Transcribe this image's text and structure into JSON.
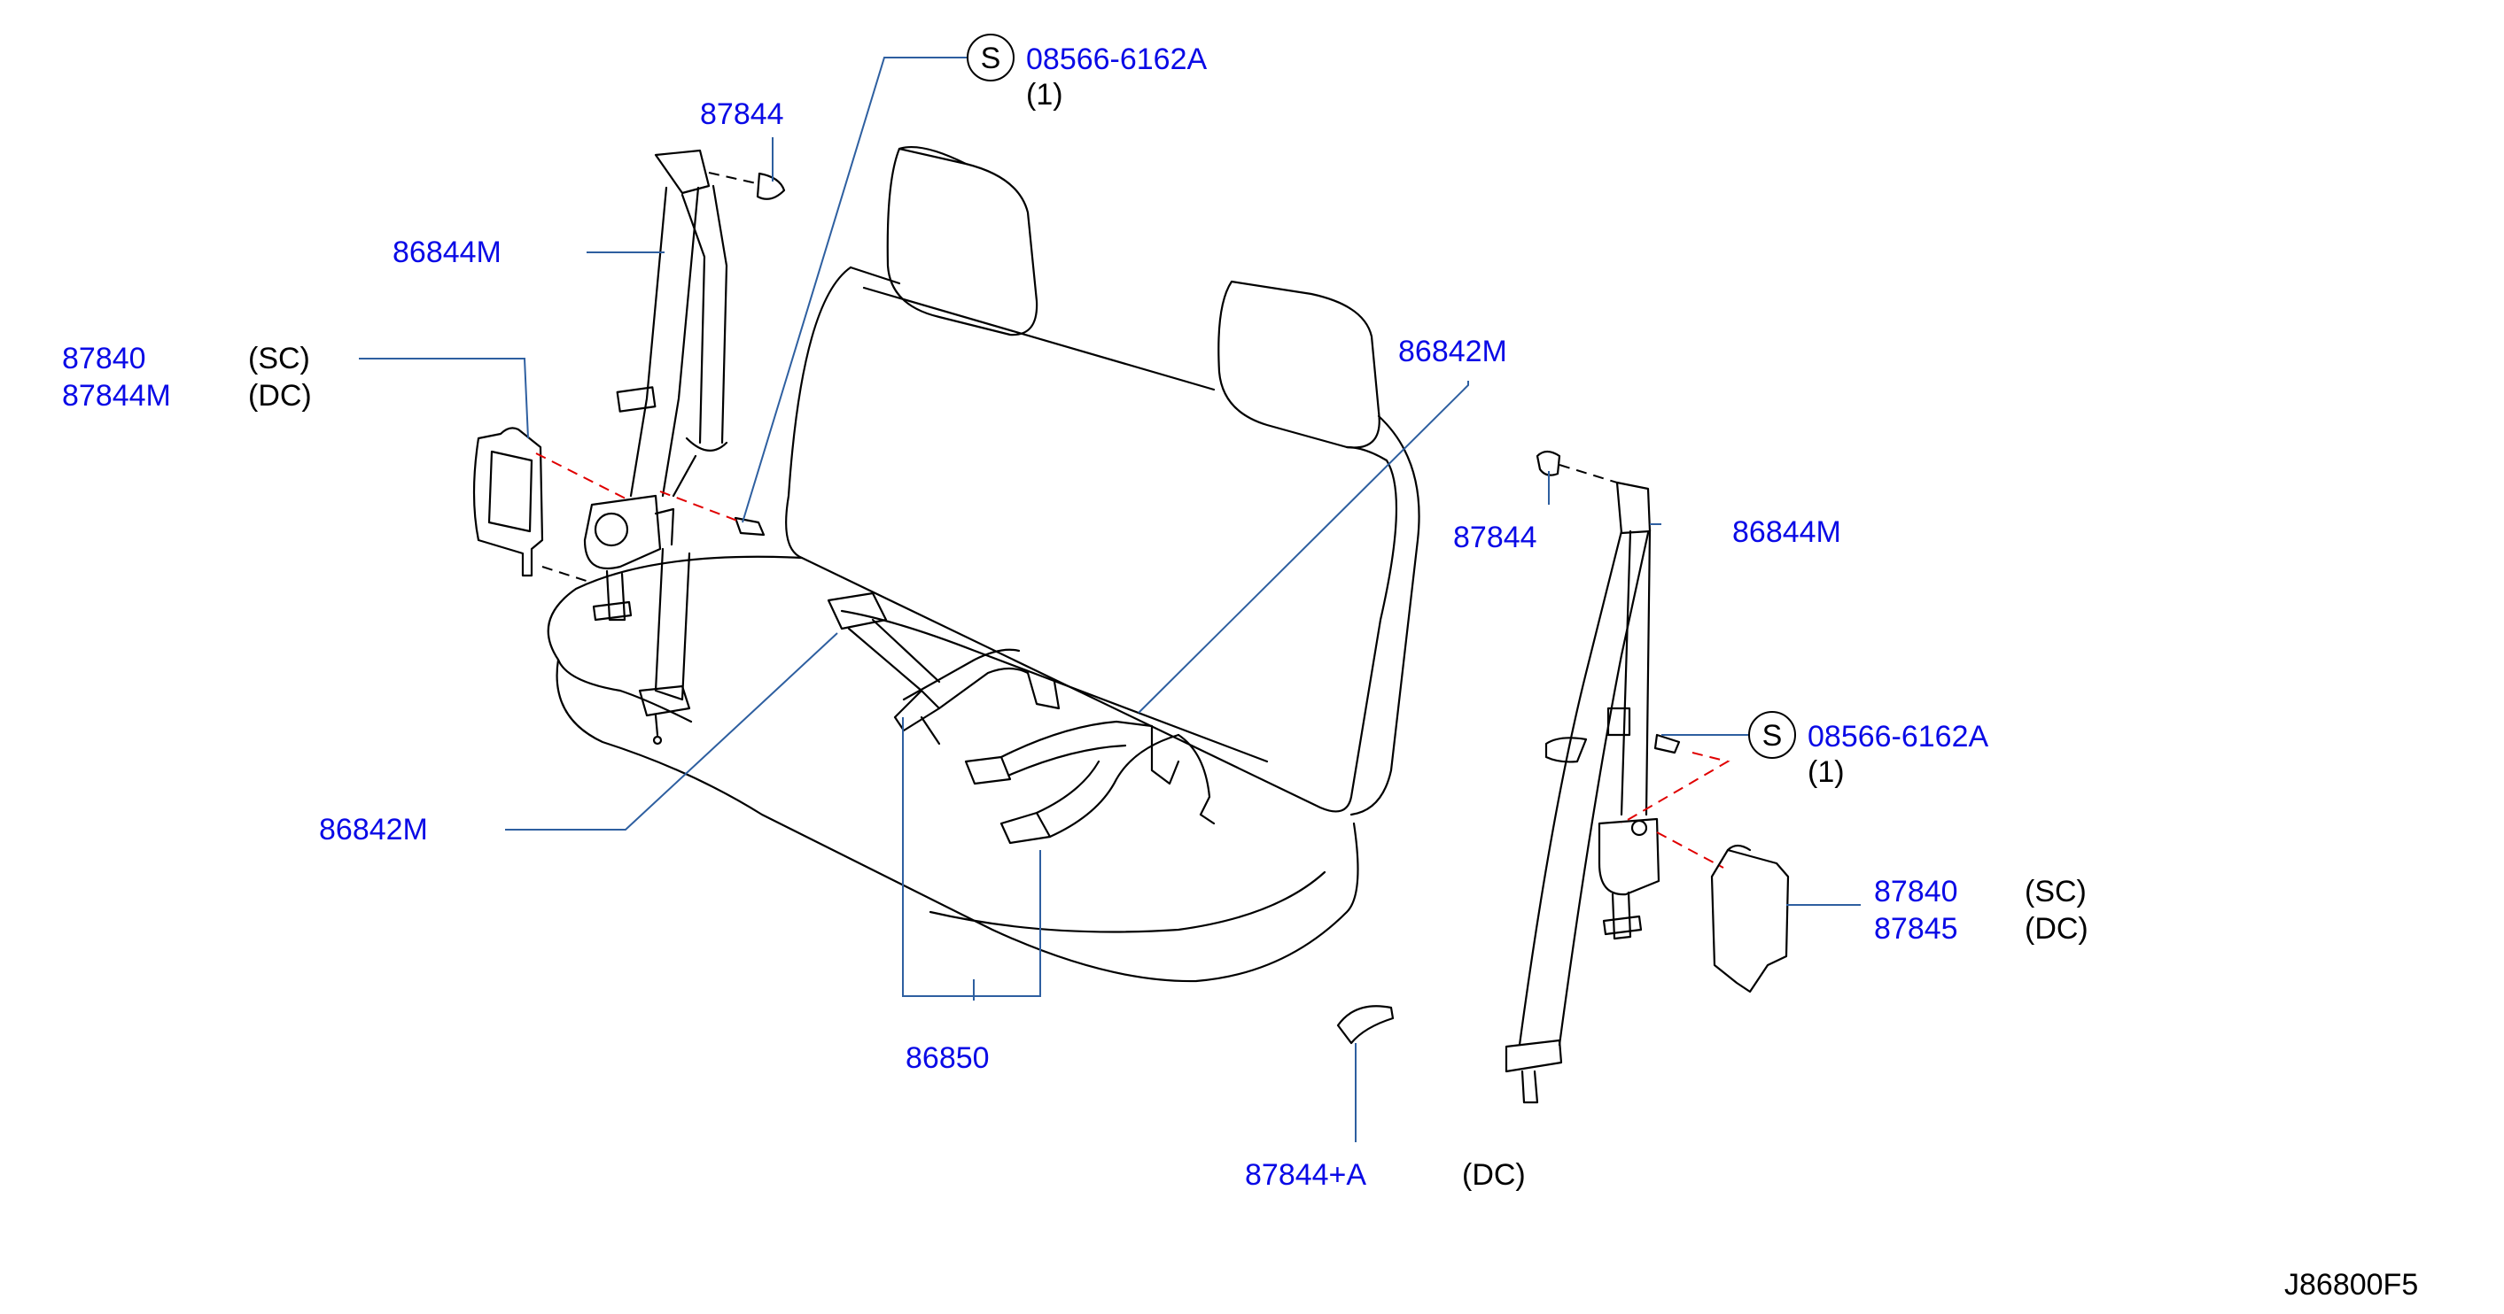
{
  "colors": {
    "part_number": "#0a0ae6",
    "note": "#000000",
    "leader": "#2e5fa0",
    "hidden_line": "#e00000"
  },
  "symbols": {
    "standard_part": "S"
  },
  "labels": {
    "bolt_top": "08566-6162A",
    "bolt_top_qty": "(1)",
    "cover_top_left": "87844",
    "belt_left": "86844M",
    "retractor_left_a": "87840",
    "retractor_left_a_note": "(SC)",
    "retractor_left_b": "87844M",
    "retractor_left_b_note": "(DC)",
    "buckle_left": "86842M",
    "buckle_center": "86842M",
    "center_belt": "86850",
    "cover_right": "87844",
    "belt_right": "86844M",
    "bolt_right": "08566-6162A",
    "bolt_right_qty": "(1)",
    "retractor_right_a": "87840",
    "retractor_right_a_note": "(SC)",
    "retractor_right_b": "87845",
    "retractor_right_b_note": "(DC)",
    "cap_bottom": "87844+A",
    "cap_bottom_note": "(DC)",
    "diagram_code": "J86800F5"
  }
}
